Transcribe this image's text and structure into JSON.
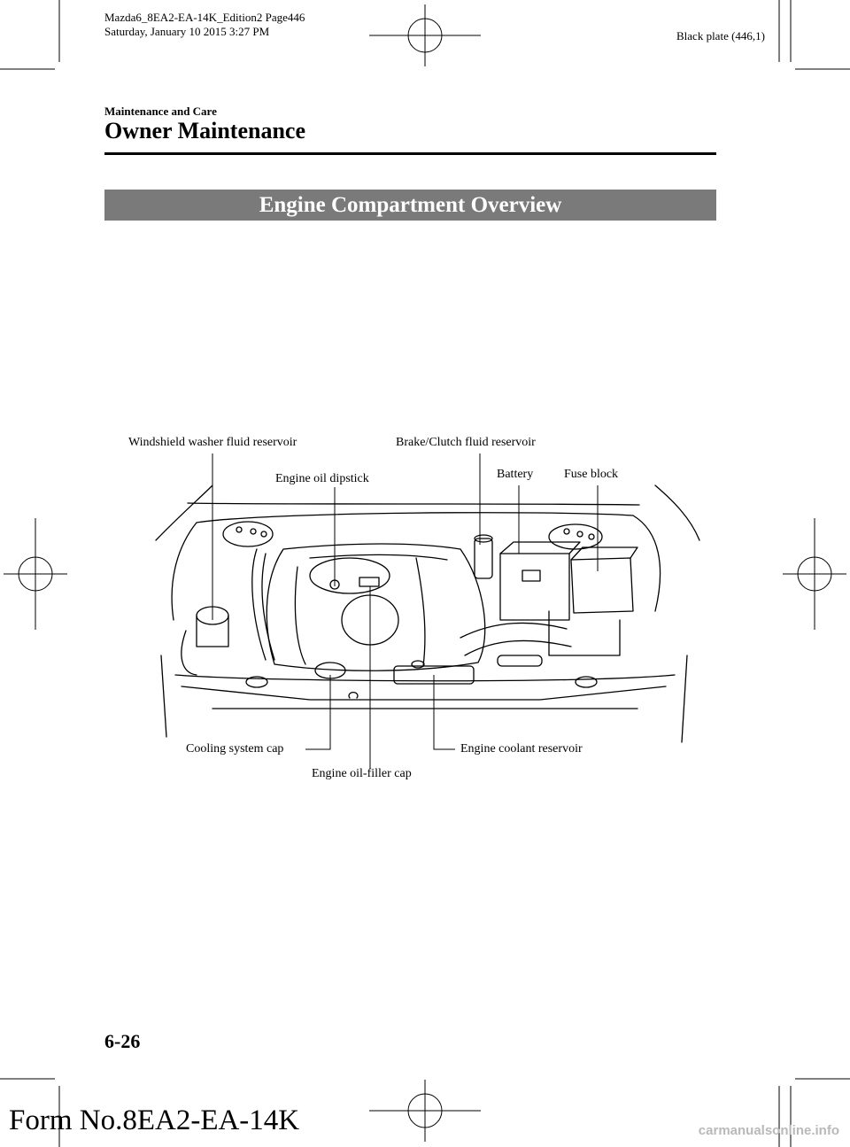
{
  "header": {
    "file_line": "Mazda6_8EA2-EA-14K_Edition2 Page446",
    "date_line": "Saturday, January 10 2015 3:27 PM",
    "plate": "Black plate (446,1)"
  },
  "section": {
    "label": "Maintenance and Care",
    "title": "Owner Maintenance"
  },
  "banner": "Engine Compartment Overview",
  "callouts": {
    "washer": "Windshield washer fluid reservoir",
    "brake": "Brake/Clutch fluid reservoir",
    "dipstick": "Engine oil dipstick",
    "battery": "Battery",
    "fuse": "Fuse block",
    "cooling_cap": "Cooling system cap",
    "coolant_reservoir": "Engine coolant reservoir",
    "oil_filler": "Engine oil-filler cap"
  },
  "footer": {
    "page_number": "6-26",
    "form_number": "Form No.8EA2-EA-14K",
    "watermark": "carmanualsonline.info"
  }
}
